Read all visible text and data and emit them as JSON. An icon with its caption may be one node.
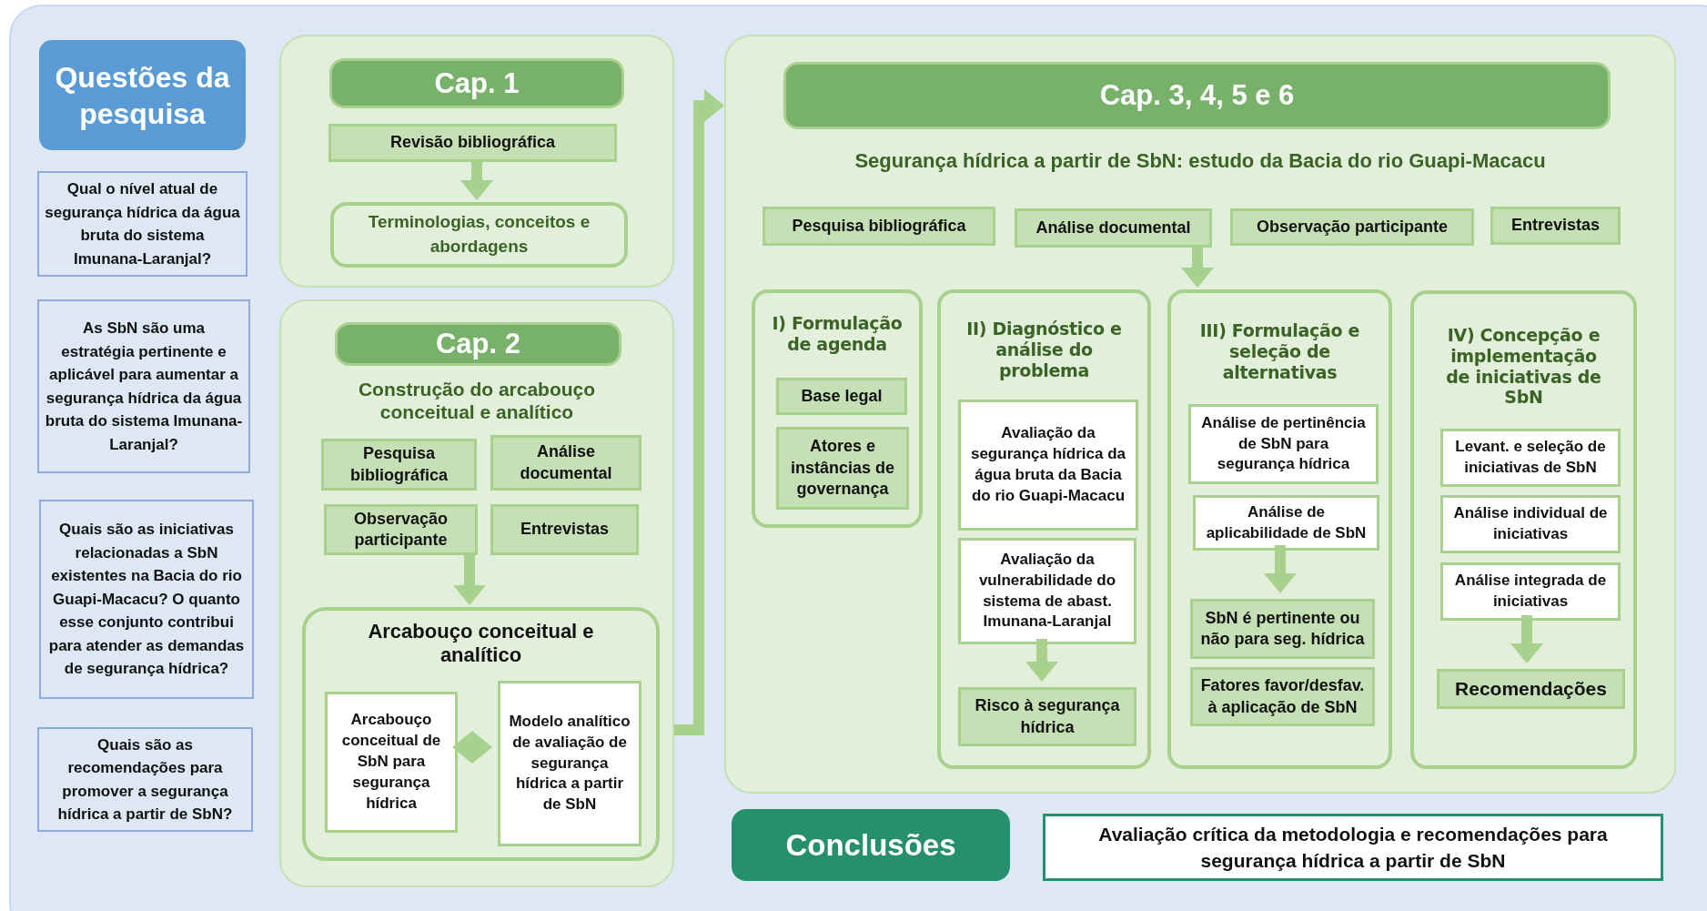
{
  "diagram": {
    "nodes": [
      {
        "text": [
          "Questões da pesquisa"
        ]
      },
      {
        "text": [
          "Qual o nível atual de segurança hídrica da água bruta do sistema Imunana-Laranjal?"
        ]
      },
      {
        "text": [
          "As SbN são uma estratégia pertinente e aplicável para aumentar a segurança hídrica da água bruta do sistema Imunana-Laranjal?"
        ]
      },
      {
        "text": [
          "Quais são as iniciativas relacionadas a SbN existentes na Bacia do rio Guapi-Macacu? O quanto esse conjunto contribui para atender as demandas de segurança hídrica?"
        ]
      },
      {
        "text": [
          "Quais são as recomendações para promover a segurança hídrica a partir de SbN?"
        ]
      },
      {
        "text": [],
        "shape": "box"
      },
      {
        "text": [
          "Cap. 1"
        ],
        "in": 5
      },
      {
        "text": [
          "Revisão bibliográfica"
        ],
        "in": 5
      },
      {
        "text": [
          "Terminologias, conceitos e abordagens"
        ],
        "in": 5
      },
      {
        "text": [
          "Construção do arcabouço conceitual e analítico"
        ]
      },
      {
        "text": [
          "Cap. 2"
        ],
        "in": 9
      },
      {
        "text": [
          "Pesquisa bibliográfica"
        ],
        "in": 9
      },
      {
        "text": [
          "Análise documental"
        ],
        "in": 9
      },
      {
        "text": [
          "Observação participante"
        ],
        "in": 9
      },
      {
        "text": [
          "Entrevistas"
        ],
        "in": 9
      },
      {
        "text": [
          "Arcabouço conceitual e analítico"
        ],
        "in": 9
      },
      {
        "text": [
          "Arcabouço conceitual de SbN para segurança hídrica"
        ],
        "in": 15
      },
      {
        "text": [
          "Modelo analítico de avaliação de segurança hídrica a partir de SbN"
        ],
        "in": 15
      },
      {
        "text": [
          "Segurança hídrica a partir de SbN: estudo da Bacia do rio Guapi-Macacu"
        ]
      },
      {
        "text": [
          "Cap. 3, 4, 5 e 6"
        ],
        "in": 18
      },
      {
        "text": [
          "Pesquisa bibliográfica"
        ],
        "in": 18
      },
      {
        "text": [
          "Análise documental"
        ],
        "in": 18
      },
      {
        "text": [
          "Observação participante"
        ],
        "in": 18
      },
      {
        "text": [
          "Entrevistas"
        ],
        "in": 18
      },
      {
        "text": [
          "I) Formulação de agenda"
        ],
        "in": 18
      },
      {
        "text": [
          "Base legal"
        ],
        "in": 24
      },
      {
        "text": [
          "Atores e instâncias de governança"
        ],
        "in": 24
      },
      {
        "text": [
          "II) Diagnóstico e análise do problema"
        ],
        "in": 18
      },
      {
        "text": [
          "Avaliação da segurança hídrica da água bruta da Bacia do rio Guapi-Macacu"
        ],
        "in": 27
      },
      {
        "text": [
          "Avaliação da vulnerabilidade do sistema de abast. Imunana-Laranjal"
        ],
        "in": 27
      },
      {
        "text": [
          "Risco à segurança hídrica"
        ],
        "in": 27
      },
      {
        "text": [
          "III) Formulação e seleção de alternativas"
        ],
        "in": 18
      },
      {
        "text": [
          "Análise de pertinência de SbN para segurança hídrica"
        ],
        "in": 31
      },
      {
        "text": [
          "Análise de aplicabilidade de SbN"
        ],
        "in": 31
      },
      {
        "text": [
          "SbN é pertinente ou não para seg. hídrica"
        ],
        "in": 31
      },
      {
        "text": [
          "Fatores favor/desfav. à aplicação de SbN"
        ],
        "in": 31
      },
      {
        "text": [
          "IV) Concepção e implementação de iniciativas de SbN"
        ],
        "in": 18
      },
      {
        "text": [
          "Levant. e seleção de iniciativas de SbN"
        ],
        "in": 36
      },
      {
        "text": [
          "Análise individual de iniciativas"
        ],
        "in": 36
      },
      {
        "text": [
          "Análise integrada de iniciativas"
        ],
        "in": 36
      },
      {
        "text": [
          "Recomendações"
        ],
        "in": 36
      },
      {
        "text": [
          "Conclusões"
        ]
      },
      {
        "text": [
          "Avaliação crítica da metodologia e recomendações para segurança hídrica a partir de SbN"
        ]
      }
    ],
    "edges": [
      {
        "from": 7,
        "to": 8,
        "arrow": "to"
      },
      {
        "from": 13,
        "to": 15,
        "arrow": "to"
      },
      {
        "from": 16,
        "to": 17,
        "arrow": "both"
      },
      {
        "from": 9,
        "to": 18,
        "arrow": "to"
      },
      {
        "from": 21,
        "to": 31,
        "arrow": "to"
      },
      {
        "from": 29,
        "to": 30,
        "arrow": "to"
      },
      {
        "from": 33,
        "to": 34,
        "arrow": "to"
      },
      {
        "from": 39,
        "to": 40,
        "arrow": "to"
      }
    ]
  }
}
